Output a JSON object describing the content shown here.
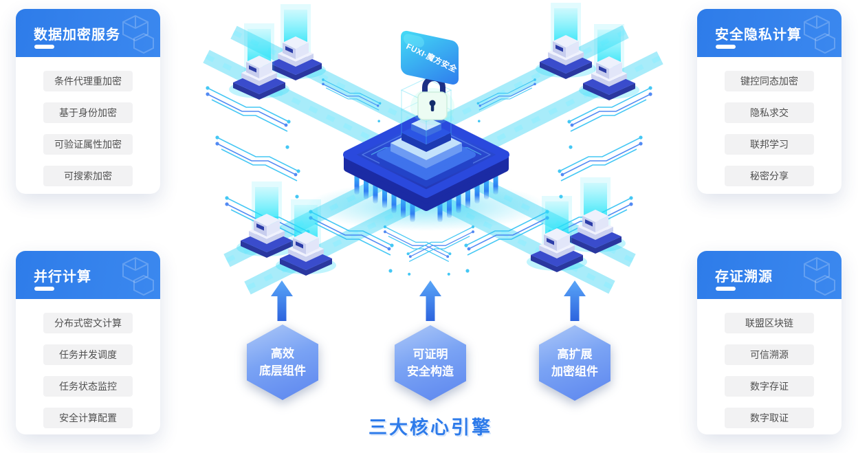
{
  "panels": {
    "data_encryption": {
      "title": "数据加密服务",
      "items": [
        "条件代理重加密",
        "基于身份加密",
        "可验证属性加密",
        "可搜索加密"
      ]
    },
    "privacy_computing": {
      "title": "安全隐私计算",
      "items": [
        "键控同态加密",
        "隐私求交",
        "联邦学习",
        "秘密分享"
      ]
    },
    "parallel_computing": {
      "title": "并行计算",
      "items": [
        "分布式密文计算",
        "任务并发调度",
        "任务状态监控",
        "安全计算配置"
      ]
    },
    "evidence_tracing": {
      "title": "存证溯源",
      "items": [
        "联盟区块链",
        "可信溯源",
        "数字存证",
        "数字取证"
      ]
    }
  },
  "center": {
    "banner_label": "FUXI·魔方安全"
  },
  "engines": {
    "caption": "三大核心引擎",
    "items": [
      {
        "line1": "高效",
        "line2": "底层组件"
      },
      {
        "line1": "可证明",
        "line2": "安全构造"
      },
      {
        "line1": "高扩展",
        "line2": "加密组件"
      }
    ]
  },
  "colors": {
    "header_blue": "#2e7ce9",
    "accent_cyan": "#2fd2f3",
    "hexagon_light": "#adc8f8",
    "hexagon_dark": "#5c86ef",
    "caption_blue": "#2e7bea",
    "pill_bg": "#f2f2f3",
    "pill_text": "#4f4f4f"
  }
}
